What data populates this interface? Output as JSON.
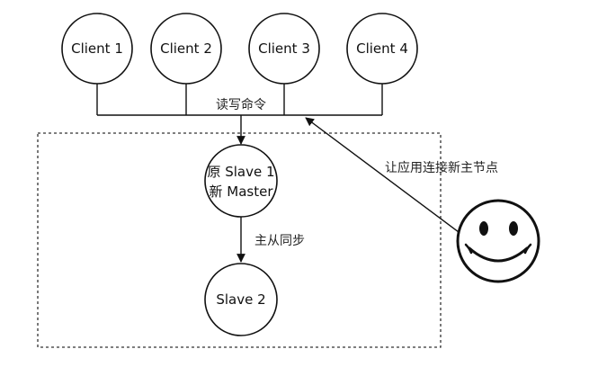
{
  "clients": [
    {
      "label": "Client 1"
    },
    {
      "label": "Client 2"
    },
    {
      "label": "Client 3"
    },
    {
      "label": "Client 4"
    }
  ],
  "bus_label": "读写命令",
  "new_master": {
    "line1": "原 Slave 1",
    "line2": "新 Master"
  },
  "sync_label": "主从同步",
  "slave2": {
    "label": "Slave 2"
  },
  "notify_label": "让应用连接新主节点",
  "colors": {
    "stroke": "#111111",
    "background": "#ffffff"
  },
  "icons": {
    "sentinel": "smiley-face-icon"
  }
}
